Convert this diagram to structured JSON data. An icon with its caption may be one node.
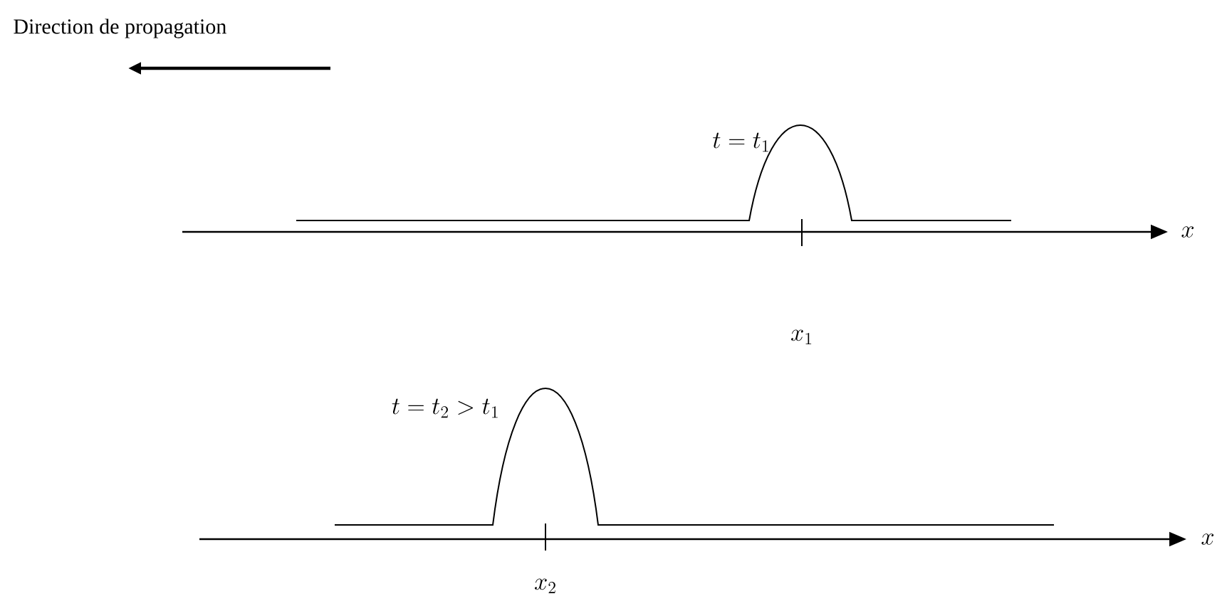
{
  "diagram": {
    "labels": [
      "Direction de propagation",
      "t = t_1",
      "x",
      "x_1",
      "t = t_2 > t_1",
      "x",
      "x_2"
    ]
  }
}
